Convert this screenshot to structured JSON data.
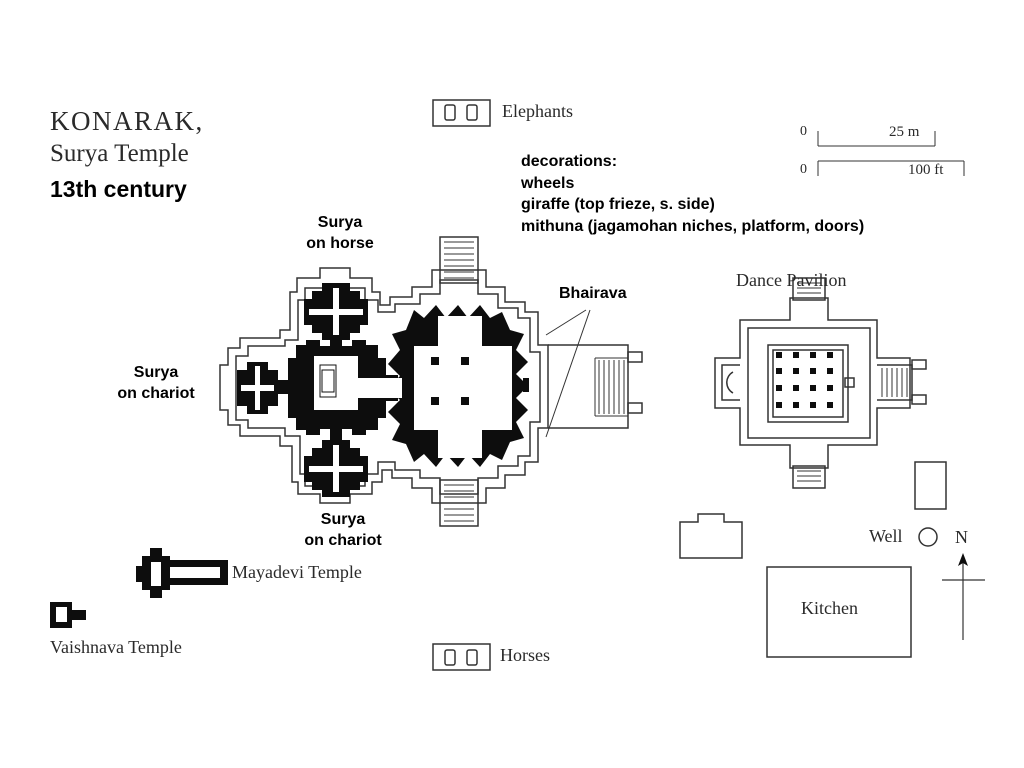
{
  "map": {
    "title": "KONARAK,",
    "subtitle": "Surya Temple",
    "century": "13th century",
    "decorations": {
      "heading": "decorations:",
      "items": [
        "wheels",
        "giraffe (top frieze, s. side)",
        "mithuna (jagamohan niches, platform, doors)"
      ]
    },
    "labels": {
      "surya_horse_1": "Surya",
      "surya_horse_2": "on horse",
      "surya_chariot_w_1": "Surya",
      "surya_chariot_w_2": "on chariot",
      "surya_chariot_s_1": "Surya",
      "surya_chariot_s_2": "on chariot",
      "bhairava": "Bhairava",
      "elephants": "Elephants",
      "horses": "Horses",
      "dance_pavilion": "Dance Pavilion",
      "mayadevi": "Mayadevi Temple",
      "vaishnava": "Vaishnava Temple",
      "well": "Well",
      "kitchen": "Kitchen",
      "north": "N"
    },
    "scale": {
      "zero_m": "0",
      "meters": "25 m",
      "zero_ft": "0",
      "feet": "100 ft"
    }
  }
}
